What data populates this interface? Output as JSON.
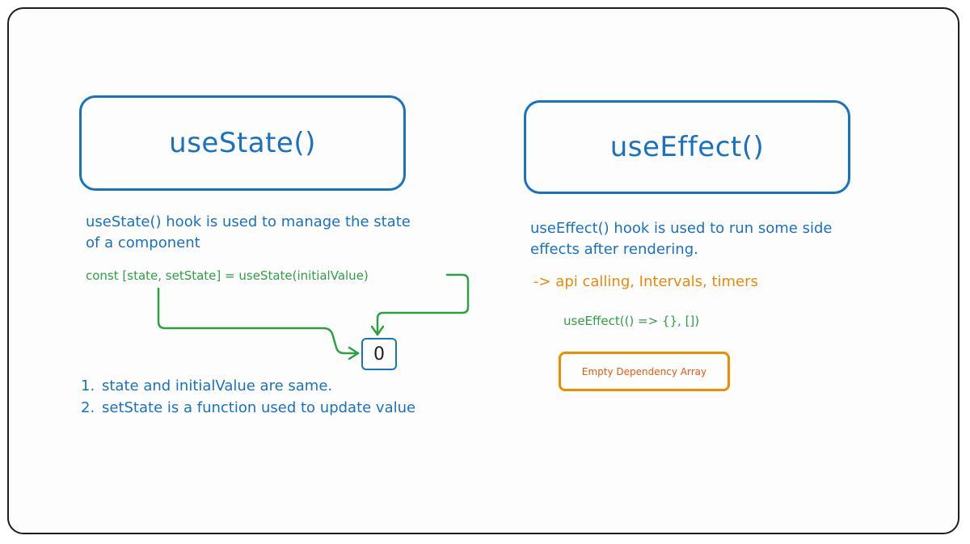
{
  "usestate": {
    "title": "useState()",
    "description": "useState() hook is used to manage the state of a component",
    "code": "const [state, setState] = useState(initialValue)",
    "value": "0",
    "notes": [
      {
        "num": "1.",
        "text": "state and initialValue are same."
      },
      {
        "num": "2.",
        "text": "setState is a function used to update value"
      }
    ]
  },
  "useeffect": {
    "title": "useEffect()",
    "description": "useEffect() hook is used to run some side effects after rendering.",
    "examples": "-> api calling, Intervals, timers",
    "code": "useEffect(() => {}, [])",
    "dependency_label": "Empty Dependency Array"
  },
  "colors": {
    "blue": "#1971c2",
    "green": "#2f9e44",
    "orange": "#f08c00",
    "frame": "#1e1e1e"
  }
}
